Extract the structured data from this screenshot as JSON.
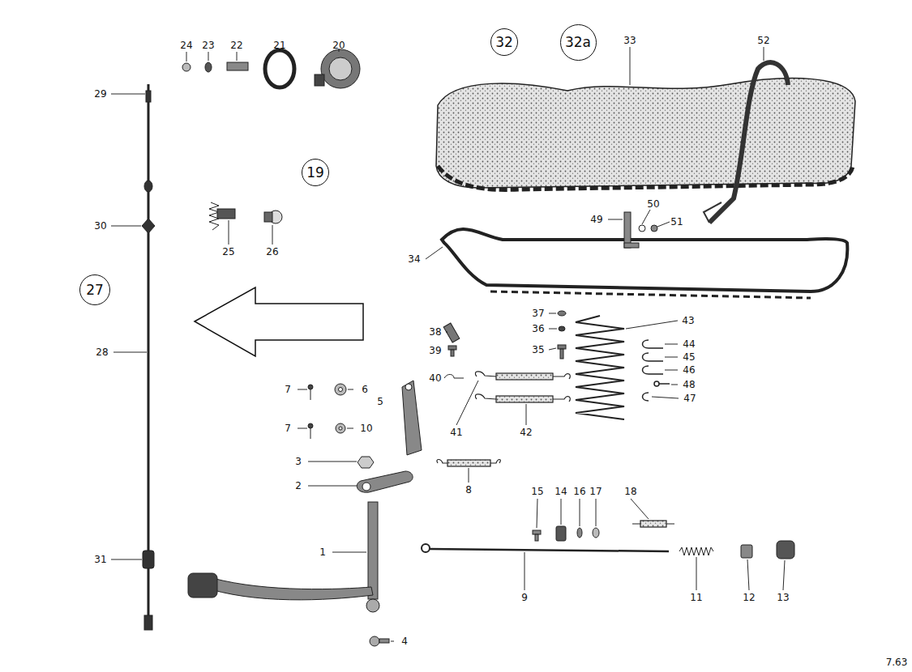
{
  "diagram": {
    "nodes": [
      {
        "text": [
          "32"
        ]
      },
      {
        "text": [
          "32a"
        ]
      },
      {
        "text": [
          "19"
        ]
      },
      {
        "text": [
          "27"
        ]
      }
    ],
    "labels": [
      "24",
      "23",
      "22",
      "21",
      "20",
      "29",
      "30",
      "28",
      "31",
      "25",
      "26",
      "33",
      "52",
      "49",
      "50",
      "51",
      "34",
      "37",
      "38",
      "36",
      "43",
      "39",
      "35",
      "44",
      "45",
      "40",
      "46",
      "48",
      "5",
      "41",
      "42",
      "47",
      "7",
      "6",
      "7",
      "10",
      "3",
      "2",
      "8",
      "15",
      "14",
      "16",
      "17",
      "18",
      "1",
      "9",
      "11",
      "12",
      "13",
      "4",
      "7.63"
    ]
  }
}
